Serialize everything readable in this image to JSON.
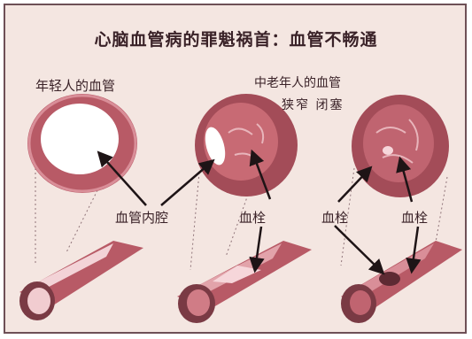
{
  "title": "心脑血管病的罪魁祸首：血管不畅通",
  "labels": {
    "young_vessel": "年轻人的血管",
    "middle_aged_vessel": "中老年人的血管",
    "narrowing": "狭窄 闭塞",
    "lumen": "血管内腔",
    "clot_1": "血栓",
    "plaque": "血栓",
    "clot_2": "血栓"
  },
  "colors": {
    "background": "#f4e6e1",
    "vessel_wall": "#b85a66",
    "vessel_dark": "#7a3a44",
    "lumen_clear": "#ffffff",
    "arrow": "#1e1416"
  }
}
